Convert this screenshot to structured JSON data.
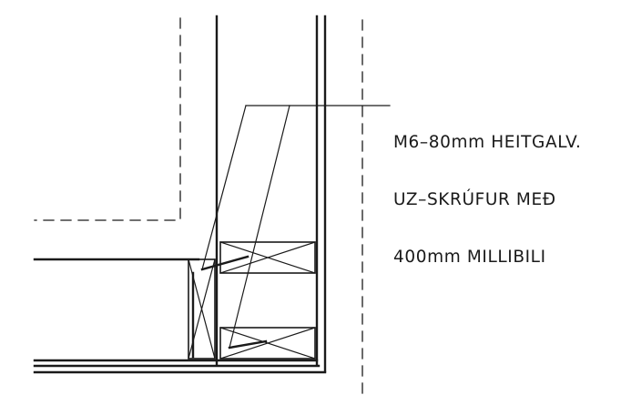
{
  "annotation": {
    "lines": [
      "M6–80mm HEITGALV.",
      "UZ–SKRÚFUR MEÐ",
      "400mm MILLIBILI"
    ]
  },
  "colors": {
    "ink": "#1a1a1a",
    "paper": "#ffffff"
  }
}
